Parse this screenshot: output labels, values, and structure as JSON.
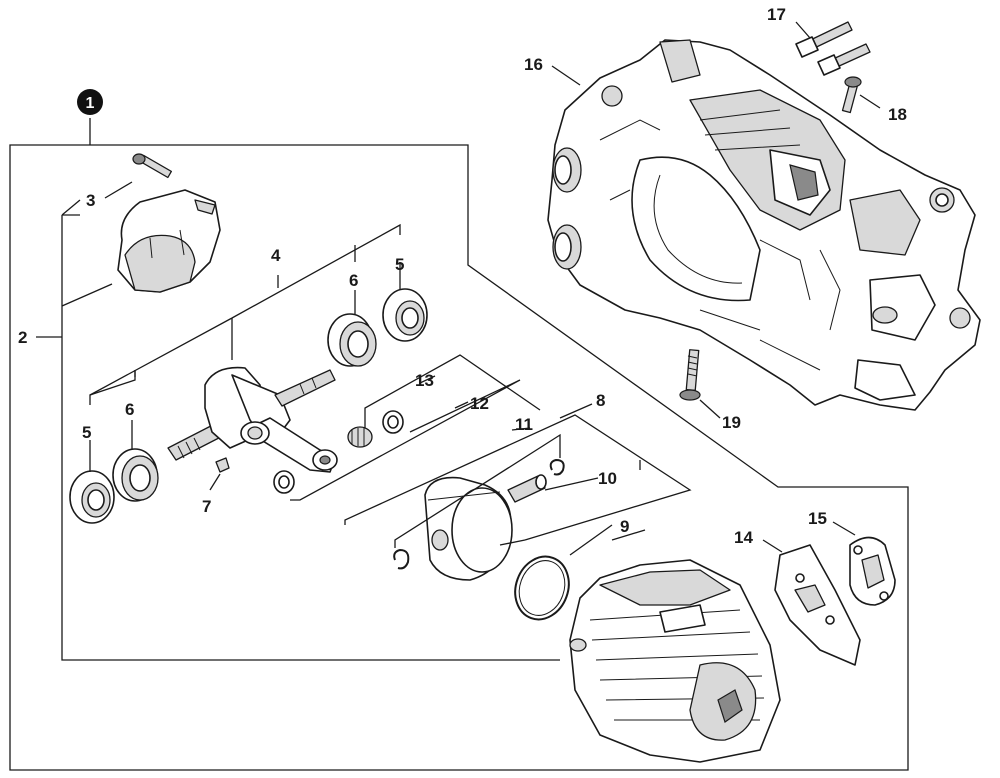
{
  "diagram": {
    "assembly_marker": "1",
    "callouts": {
      "c2": "2",
      "c3": "3",
      "c4": "4",
      "c5a": "5",
      "c6a": "6",
      "c5b": "5",
      "c6b": "6",
      "c7": "7",
      "c8": "8",
      "c9": "9",
      "c10": "10",
      "c11": "11",
      "c12": "12",
      "c13": "13",
      "c14": "14",
      "c15": "15",
      "c16": "16",
      "c17": "17",
      "c18": "18",
      "c19": "19"
    }
  }
}
